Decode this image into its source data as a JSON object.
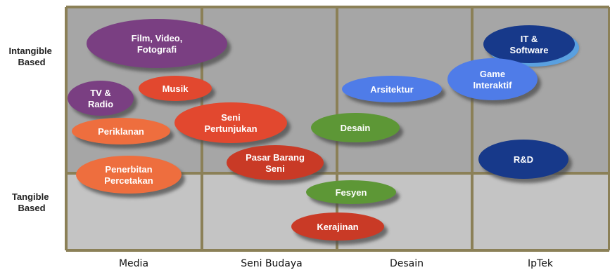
{
  "colors": {
    "frame": "#8b8057",
    "intangible_fill": "#a6a6a6",
    "tangible_fill": "#c4c4c4",
    "purple": "#7a3f82",
    "orange": "#ee6e3e",
    "red": "#e2482f",
    "darkred": "#c93a26",
    "green": "#5d9736",
    "blue": "#4f7ce8",
    "navy": "#17398a",
    "shadow": "#4d4d4d"
  },
  "rows": [
    {
      "key": "intangible",
      "label": [
        "Intangible",
        "Based"
      ]
    },
    {
      "key": "tangible",
      "label": [
        "Tangible",
        "Based"
      ]
    }
  ],
  "columns": [
    "Media",
    "Seni Budaya",
    "Desain",
    "IpTek"
  ],
  "bubbles": [
    {
      "id": "film-video-fotografi",
      "lines": [
        "Film, Video,",
        "Fotografi"
      ],
      "color": "purple"
    },
    {
      "id": "tv-radio",
      "lines": [
        "TV &",
        "Radio"
      ],
      "color": "purple"
    },
    {
      "id": "musik",
      "lines": [
        "Musik"
      ],
      "color": "red"
    },
    {
      "id": "periklanan",
      "lines": [
        "Periklanan"
      ],
      "color": "orange"
    },
    {
      "id": "penerbitan-percetakan",
      "lines": [
        "Penerbitan",
        "Percetakan"
      ],
      "color": "orange"
    },
    {
      "id": "seni-pertunjukan",
      "lines": [
        "Seni",
        "Pertunjukan"
      ],
      "color": "red"
    },
    {
      "id": "pasar-barang-seni",
      "lines": [
        "Pasar Barang",
        "Seni"
      ],
      "color": "darkred"
    },
    {
      "id": "desain",
      "lines": [
        "Desain"
      ],
      "color": "green"
    },
    {
      "id": "fesyen",
      "lines": [
        "Fesyen"
      ],
      "color": "green"
    },
    {
      "id": "kerajinan",
      "lines": [
        "Kerajinan"
      ],
      "color": "darkred"
    },
    {
      "id": "arsitektur",
      "lines": [
        "Arsitektur"
      ],
      "color": "blue"
    },
    {
      "id": "it-software",
      "lines": [
        "IT &",
        "Software"
      ],
      "color": "navy",
      "glow": "#5aa0e0"
    },
    {
      "id": "game-interaktif",
      "lines": [
        "Game",
        "Interaktif"
      ],
      "color": "blue"
    },
    {
      "id": "rd",
      "lines": [
        "R&D"
      ],
      "color": "navy"
    }
  ]
}
